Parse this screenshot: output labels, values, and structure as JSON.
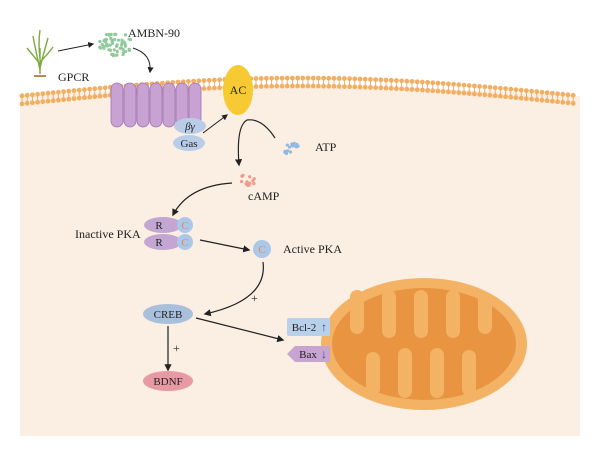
{
  "labels": {
    "ambn": "AMBN-90",
    "gpcr": "GPCR",
    "ac": "AC",
    "beta_gamma": "βγ",
    "gas": "Gas",
    "atp": "ATP",
    "camp": "cAMP",
    "inactive_pka": "Inactive PKA",
    "r_top": "R",
    "c_top": "C",
    "r_bottom": "R",
    "c_bottom": "C",
    "c_active": "C",
    "active_pka": "Active PKA",
    "plus_pka_creb": "+",
    "creb": "CREB",
    "plus_creb_bdnf": "+",
    "bdnf": "BDNF",
    "bcl2": "Bcl-2",
    "bcl2_arrow": "↑",
    "bax": "Bax",
    "bax_arrow": "↓"
  },
  "colors": {
    "cell": "#fbeee2",
    "membrane_bead": "#f2ae61",
    "membrane_tail": "#e7a060",
    "gpcr": "#c9a2d4",
    "ac": "#f7c932",
    "gprotein": "#b9cde9",
    "r_subunit": "#c3a6d2",
    "c_subunit": "#abc8ea",
    "c_letter": "#e58c3f",
    "creb": "#a8c0dc",
    "bdnf": "#e89aa4",
    "bcl2": "#b9d0ea",
    "bax": "#c8a4d2",
    "mito_outer": "#f3b264",
    "mito_inner": "#e99441",
    "arrow": "#222222"
  }
}
